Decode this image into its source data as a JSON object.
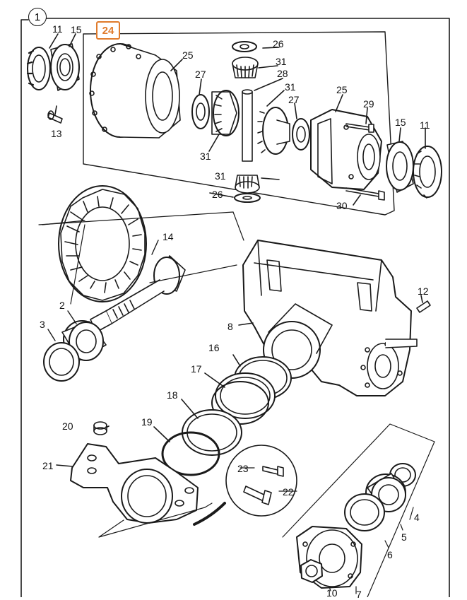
{
  "figure": {
    "number": "1",
    "callout": "24"
  },
  "labels": {
    "p11a": "11",
    "p15a": "15",
    "p13": "13",
    "p25a": "25",
    "p27a": "27",
    "p31a": "31",
    "p26a": "26",
    "p31b": "31",
    "p28": "28",
    "p31c": "31",
    "p27b": "27",
    "p25b": "25",
    "p29": "29",
    "p15b": "15",
    "p11b": "11",
    "p31d": "31",
    "p26b": "26",
    "p30": "30",
    "p14": "14",
    "p2": "2",
    "p3": "3",
    "p8": "8",
    "p12": "12",
    "p16": "16",
    "p17": "17",
    "p18": "18",
    "p19": "19",
    "p20": "20",
    "p21": "21",
    "p23": "23",
    "p22": "22",
    "p4": "4",
    "p5": "5",
    "p6": "6",
    "p10": "10",
    "p7": "7"
  },
  "colors": {
    "line": "#1a1a1a",
    "callout": "#e07b2c",
    "background": "#ffffff"
  }
}
